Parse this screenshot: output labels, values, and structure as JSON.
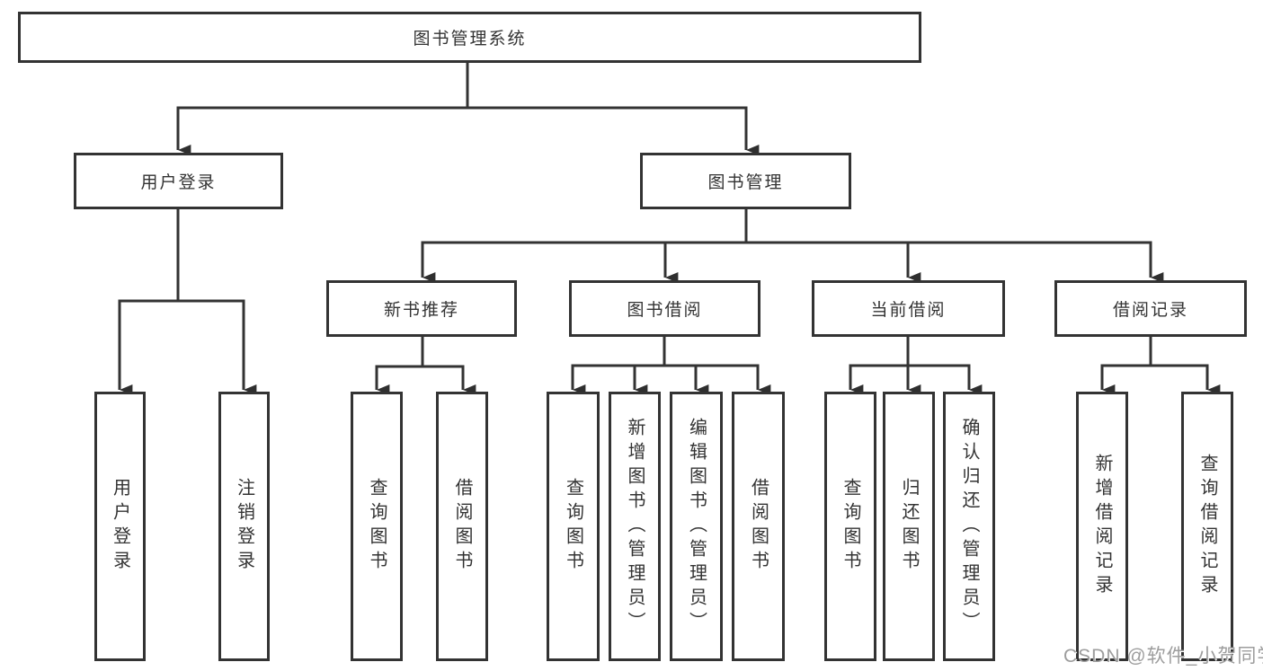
{
  "diagram": {
    "root": {
      "label": "图书管理系统"
    },
    "branches": [
      {
        "label": "用户登录",
        "children": [
          {
            "label": "用户登录"
          },
          {
            "label": "注销登录"
          }
        ]
      },
      {
        "label": "图书管理",
        "children": [
          {
            "label": "新书推荐",
            "children": [
              {
                "label": "查询图书"
              },
              {
                "label": "借阅图书"
              }
            ]
          },
          {
            "label": "图书借阅",
            "children": [
              {
                "label": "查询图书"
              },
              {
                "label": "新增图书（管理员）"
              },
              {
                "label": "编辑图书（管理员）"
              },
              {
                "label": "借阅图书"
              }
            ]
          },
          {
            "label": "当前借阅",
            "children": [
              {
                "label": "查询图书"
              },
              {
                "label": "归还图书"
              },
              {
                "label": "确认归还（管理员）"
              }
            ]
          },
          {
            "label": "借阅记录",
            "children": [
              {
                "label": "新增借阅记录"
              },
              {
                "label": "查询借阅记录"
              }
            ]
          }
        ]
      }
    ],
    "watermark": "CSDN @软件_小贺同学",
    "colors": {
      "line": "#333333",
      "text": "#333333",
      "box_background": "#ffffff",
      "page_background": "#ffffff",
      "watermark": "#9d9d9d"
    }
  }
}
